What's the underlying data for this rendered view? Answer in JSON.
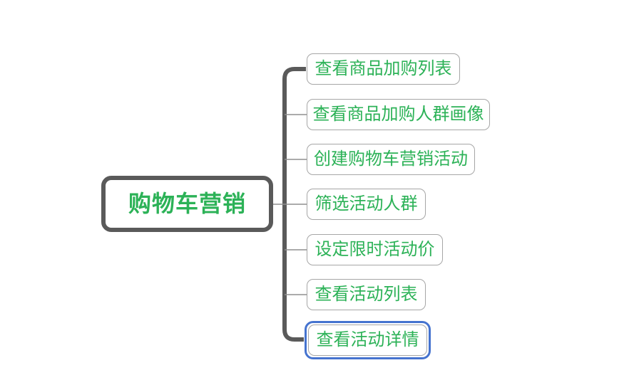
{
  "app": {
    "type": "mindmap-canvas",
    "background": "#ffffff"
  },
  "mindmap": {
    "root": {
      "label": "购物车营销"
    },
    "children": [
      {
        "label": "查看商品加购列表",
        "selected": false
      },
      {
        "label": "查看商品加购人群画像",
        "selected": false
      },
      {
        "label": "创建购物车营销活动",
        "selected": false
      },
      {
        "label": "筛选活动人群",
        "selected": false
      },
      {
        "label": "设定限时活动价",
        "selected": false
      },
      {
        "label": "查看活动列表",
        "selected": false
      },
      {
        "label": "查看活动详情",
        "selected": true
      }
    ],
    "colors": {
      "node_text": "#2cb257",
      "root_border": "#5a5a5a",
      "child_border": "#a6a6a6",
      "connector_thick": "#5a5a5a",
      "connector_thin": "#8f8f8f",
      "selection_ring": "#4573cf",
      "background": "#ffffff"
    }
  }
}
